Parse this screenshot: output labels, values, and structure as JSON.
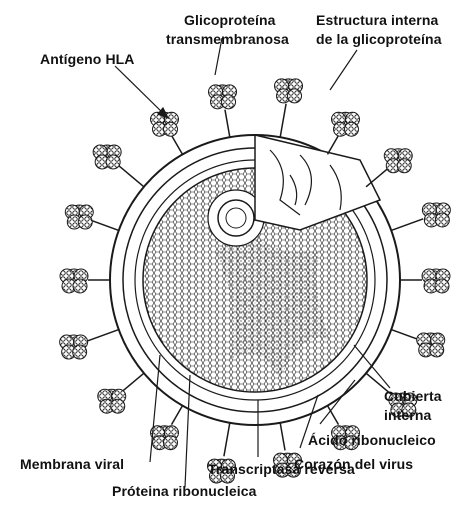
{
  "diagram": {
    "labels": {
      "glicoproteina_line1": "Glicoproteína",
      "glicoproteina_line2": "transmembranosa",
      "estructura_line1": "Estructura interna",
      "estructura_line2": "de la glicoproteína",
      "antigeno_hla": "Antígeno HLA",
      "cubierta_line1": "Cubierta",
      "cubierta_line2": "interna",
      "acido_ribonucleico": "Ácido ribonucleico",
      "corazon_del_virus": "Corazón del virus",
      "membrana_viral": "Membrana viral",
      "transcriptasa_reversa": "Transcriptasa reversa",
      "proteina_ribonucleica": "Próteina ribonucleica"
    },
    "colors": {
      "ink": "#1a1a1a",
      "paper": "#ffffff"
    }
  }
}
